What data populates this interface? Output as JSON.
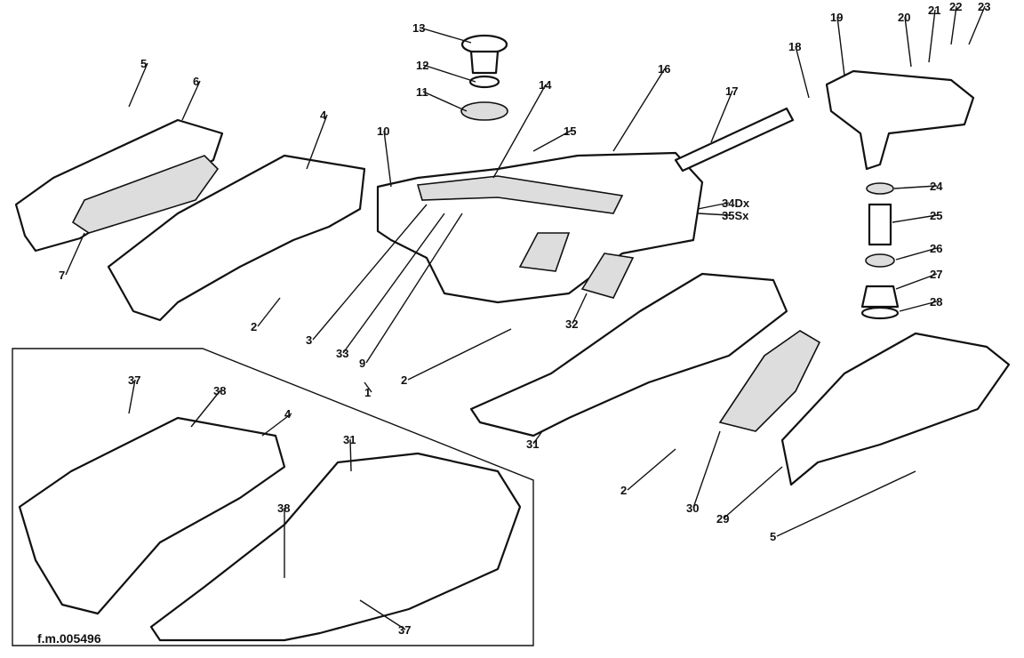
{
  "diagram": {
    "reference_code": "f.m.005496",
    "callouts": [
      "13",
      "12",
      "11",
      "14",
      "16",
      "15",
      "17",
      "18",
      "19",
      "20",
      "21",
      "22",
      "23",
      "5",
      "6",
      "4",
      "10",
      "34Dx",
      "35Sx",
      "24",
      "25",
      "26",
      "27",
      "28",
      "7",
      "2",
      "32",
      "3",
      "33",
      "9",
      "2",
      "1",
      "37",
      "38",
      "4",
      "31",
      "31",
      "2",
      "30",
      "29",
      "5",
      "38",
      "37"
    ]
  }
}
